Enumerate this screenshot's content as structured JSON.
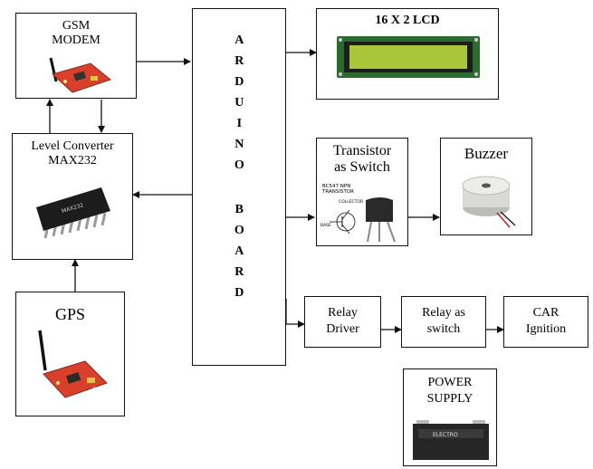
{
  "blocks": {
    "gsm": {
      "line1": "GSM",
      "line2": "MODEM"
    },
    "arduino": {
      "word1": "ARDUINO",
      "word2": "BOARD"
    },
    "lcd": {
      "label": "16 X 2 LCD"
    },
    "level": {
      "line1": "Level Converter",
      "line2": "MAX232"
    },
    "transistor": {
      "line1": "Transistor",
      "line2": "as Switch"
    },
    "buzzer": {
      "label": "Buzzer"
    },
    "gps": {
      "label": "GPS"
    },
    "relay_driver": {
      "line1": "Relay",
      "line2": "Driver"
    },
    "relay_switch": {
      "line1": "Relay as",
      "line2": "switch"
    },
    "car": {
      "line1": "CAR",
      "line2": "Ignition"
    },
    "power": {
      "line1": "POWER",
      "line2": "SUPPLY"
    }
  },
  "images": {
    "transistor_caption1": "BC547 NPN",
    "transistor_caption2": "TRANSISTOR",
    "collector": "COLLECTOR",
    "base": "BASE",
    "chip_text": "MAX232",
    "battery_brand": "ELECTRO"
  },
  "colors": {
    "board_red": "#d8402c",
    "lcd_green": "#a9c63a",
    "lcd_frame": "#2c6b2e",
    "chip_black": "#1c1c1c",
    "buzzer_gray": "#d9d9d6"
  }
}
